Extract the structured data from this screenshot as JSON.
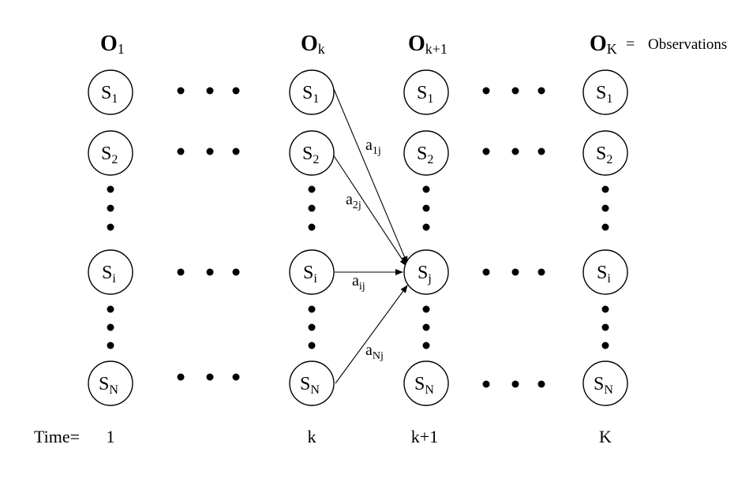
{
  "observations": {
    "label": "Observations",
    "equals": "=",
    "columns": [
      {
        "base": "O",
        "sub": "1"
      },
      {
        "base": "O",
        "sub": "k"
      },
      {
        "base": "O",
        "sub": "k+1"
      },
      {
        "base": "O",
        "sub": "K"
      }
    ]
  },
  "states": [
    {
      "base": "S",
      "sub": "1"
    },
    {
      "base": "S",
      "sub": "2"
    },
    {
      "base": "S",
      "sub": "i"
    },
    {
      "base": "S",
      "sub": "N"
    }
  ],
  "target_state": {
    "base": "S",
    "sub": "j"
  },
  "transitions": [
    {
      "base": "a",
      "sub": "1j"
    },
    {
      "base": "a",
      "sub": "2j"
    },
    {
      "base": "a",
      "sub": "ij"
    },
    {
      "base": "a",
      "sub": "Nj"
    }
  ],
  "time": {
    "label": "Time=",
    "values": [
      "1",
      "k",
      "k+1",
      "K"
    ]
  }
}
